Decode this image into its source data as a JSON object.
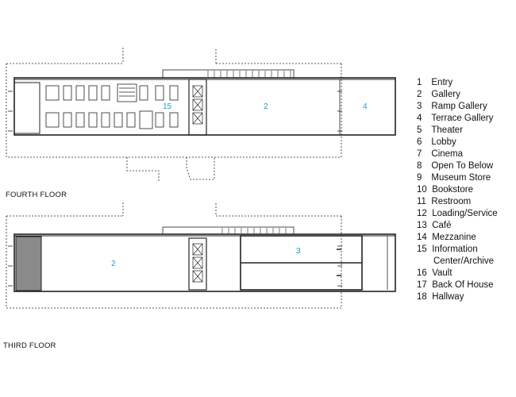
{
  "floors": {
    "fourth": {
      "caption": "FOURTH FLOOR",
      "room_numbers": [
        "15",
        "2",
        "4"
      ]
    },
    "third": {
      "caption": "THIRD FLOOR",
      "room_numbers": [
        "2",
        "3"
      ]
    }
  },
  "legend": [
    {
      "no": "1",
      "label": "Entry"
    },
    {
      "no": "2",
      "label": "Gallery"
    },
    {
      "no": "3",
      "label": "Ramp Gallery"
    },
    {
      "no": "4",
      "label": "Terrace Gallery"
    },
    {
      "no": "5",
      "label": "Theater"
    },
    {
      "no": "6",
      "label": "Lobby"
    },
    {
      "no": "7",
      "label": "Cinema"
    },
    {
      "no": "8",
      "label": "Open To Below"
    },
    {
      "no": "9",
      "label": "Museum Store"
    },
    {
      "no": "10",
      "label": "Bookstore"
    },
    {
      "no": "11",
      "label": "Restroom"
    },
    {
      "no": "12",
      "label": "Loading/Service"
    },
    {
      "no": "13",
      "label": "Café"
    },
    {
      "no": "14",
      "label": "Mezzanine"
    },
    {
      "no": "15",
      "label": "Information",
      "label_cont": "Center/Archive"
    },
    {
      "no": "16",
      "label": "Vault"
    },
    {
      "no": "17",
      "label": "Back Of House"
    },
    {
      "no": "18",
      "label": "Hallway"
    }
  ],
  "colors": {
    "line": "#222222",
    "room_number": "#1a9bd7",
    "hatch_fill": "#8a8a8a"
  }
}
